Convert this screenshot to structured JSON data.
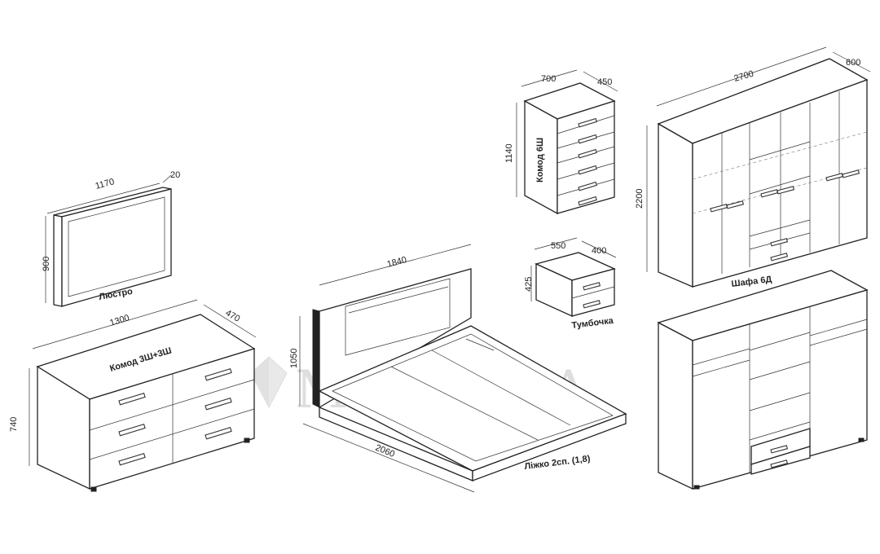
{
  "watermark": {
    "text": "МЕБЛІКА",
    "icon": "diamond-logo-icon"
  },
  "mirror": {
    "name": "Люстро",
    "width": "1170",
    "depth": "20",
    "height": "900"
  },
  "dresser": {
    "name": "Комод 3Ш+3Ш",
    "width": "1300",
    "depth": "470",
    "height": "740"
  },
  "bed": {
    "name": "Ліжко 2сп. (1,8)",
    "width": "1840",
    "length": "2060",
    "height": "1050"
  },
  "chest": {
    "name": "Комод 6Ш",
    "width": "700",
    "depth": "450",
    "height": "1140"
  },
  "nightstand": {
    "name": "Тумбочка",
    "width": "550",
    "depth": "400",
    "height": "425"
  },
  "wardrobe": {
    "name": "Шафа 6Д",
    "width": "2700",
    "depth": "600",
    "height": "2200"
  }
}
